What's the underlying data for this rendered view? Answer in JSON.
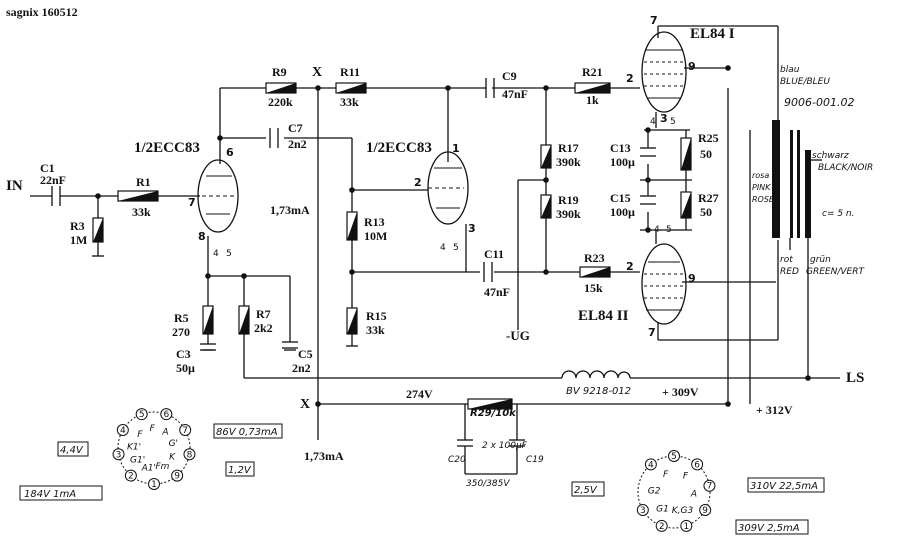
{
  "header": {
    "title": "sagnix 160512"
  },
  "tubes": {
    "v1": "1/2ECC83",
    "v2": "1/2ECC83",
    "el84_1": "EL84 I",
    "el84_2": "EL84 II"
  },
  "io": {
    "input": "IN",
    "output": "LS",
    "neg_grid": "-UG"
  },
  "components": {
    "c1": {
      "ref": "C1",
      "val": "22nF"
    },
    "r1": {
      "ref": "R1",
      "val": "33k"
    },
    "r3": {
      "ref": "R3",
      "val": "1M"
    },
    "r9": {
      "ref": "R9",
      "val": "220k"
    },
    "r11": {
      "ref": "R11",
      "val": "33k"
    },
    "c7": {
      "ref": "C7",
      "val": "2n2"
    },
    "c9": {
      "ref": "C9",
      "val": "47nF"
    },
    "r21": {
      "ref": "R21",
      "val": "1k"
    },
    "r17": {
      "ref": "R17",
      "val": "390k"
    },
    "r19": {
      "ref": "R19",
      "val": "390k"
    },
    "r13": {
      "ref": "R13",
      "val": "10M"
    },
    "r15": {
      "ref": "R15",
      "val": "33k"
    },
    "c11": {
      "ref": "C11",
      "val": "47nF"
    },
    "r23": {
      "ref": "R23",
      "val": "15k"
    },
    "r5": {
      "ref": "R5",
      "val": "270"
    },
    "r7": {
      "ref": "R7",
      "val": "2k2"
    },
    "c3": {
      "ref": "C3",
      "val": "50µ"
    },
    "c5": {
      "ref": "C5",
      "val": "2n2"
    },
    "c13": {
      "ref": "C13",
      "val": "100µ"
    },
    "c15": {
      "ref": "C15",
      "val": "100µ"
    },
    "r25": {
      "ref": "R25",
      "val": "50"
    },
    "r27": {
      "ref": "R27",
      "val": "50"
    },
    "r29": "R29/10k",
    "cdual": "2 x 100µF",
    "cdual_v": "350/385V",
    "c20": "C20",
    "c19": "C19",
    "choke": "BV 9218-012"
  },
  "voltages": {
    "v274": "274V",
    "v309": "+ 309V",
    "v312": "+ 312V",
    "i173a": "1,73mA",
    "i173b": "1,73mA",
    "x": "X"
  },
  "transformer": {
    "blau": "blau",
    "blue": "BLUE/BLEU",
    "part": "9006-001.02",
    "schwarz": "schwarz",
    "black": "BLACK/NOIR",
    "rosa": "rosa",
    "pink": "PINK",
    "rose": "ROSE",
    "rot": "rot",
    "red": "RED",
    "gruen": "grün",
    "green": "GREEN/VERT",
    "ratio": "c= 5 n."
  },
  "pinouts": {
    "ecc": {
      "box_tl": "4,4V",
      "box_tr": "86V  0,73mA",
      "box_r": "1,2V",
      "box_bl": "184V   1mA",
      "labels": [
        "4",
        "5",
        "6",
        "7",
        "8",
        "9",
        "1",
        "2",
        "3"
      ],
      "inner": [
        "F",
        "F",
        "A",
        "G'",
        "K",
        "Fm",
        "A1'",
        "G1'",
        "K1'"
      ]
    },
    "el84": {
      "box_l": "2,5V",
      "box_tr": "310V  22,5mA",
      "box_br": "309V  2,5mA",
      "labels": [
        "4",
        "5",
        "6",
        "7",
        "9",
        "1",
        "2",
        "3"
      ],
      "inner": [
        "F",
        "F",
        "A",
        "K,G3",
        "G1",
        "G2"
      ]
    }
  },
  "pins": {
    "v1": [
      "6",
      "7",
      "8",
      "4",
      "5"
    ],
    "v2": [
      "1",
      "2",
      "3",
      "4",
      "5"
    ],
    "p1": [
      "7",
      "2",
      "9",
      "3",
      "4",
      "5"
    ],
    "p2": [
      "2",
      "9",
      "7",
      "4",
      "5"
    ]
  }
}
